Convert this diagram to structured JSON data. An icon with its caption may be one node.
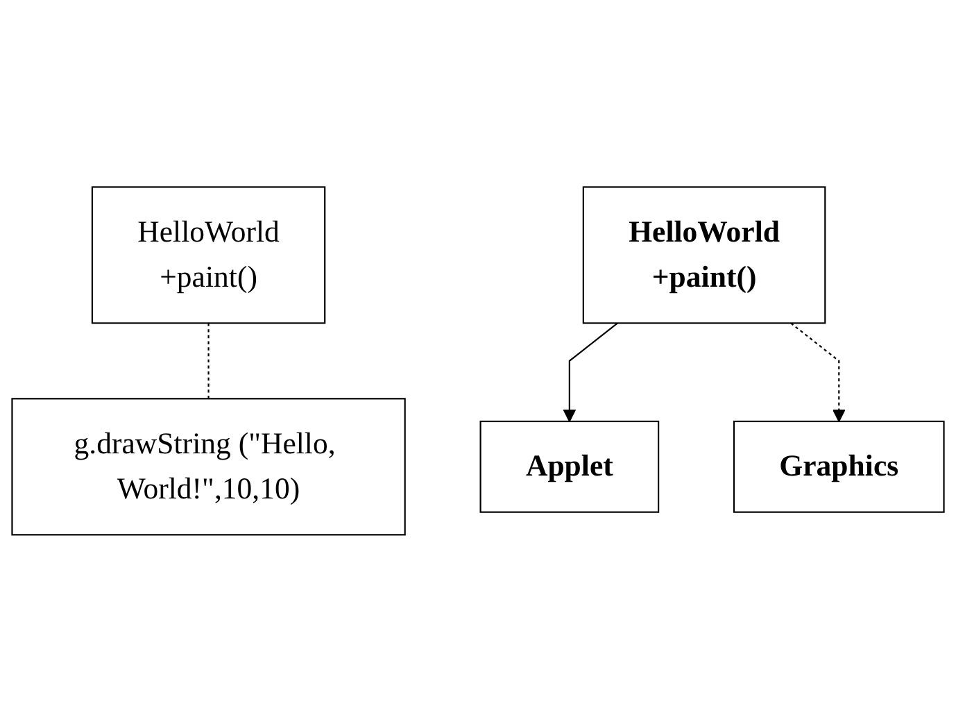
{
  "diagram": {
    "nodes": [
      {
        "text": [
          "HelloWorld",
          "+paint()"
        ]
      },
      {
        "text": [
          "g.drawString (\"Hello, World!\",10,10)"
        ]
      },
      {
        "text": [
          "Applet"
        ]
      },
      {
        "text": [
          "HelloWorld",
          "+paint()"
        ]
      },
      {
        "text": [
          "Graphics"
        ]
      }
    ],
    "edges": [
      {
        "from": 0,
        "to": 1,
        "arrow": "none",
        "style": "dashed"
      },
      {
        "from": 3,
        "to": 2,
        "arrow": "to"
      },
      {
        "from": 3,
        "to": 4,
        "arrow": "to",
        "style": "dashed"
      }
    ]
  }
}
